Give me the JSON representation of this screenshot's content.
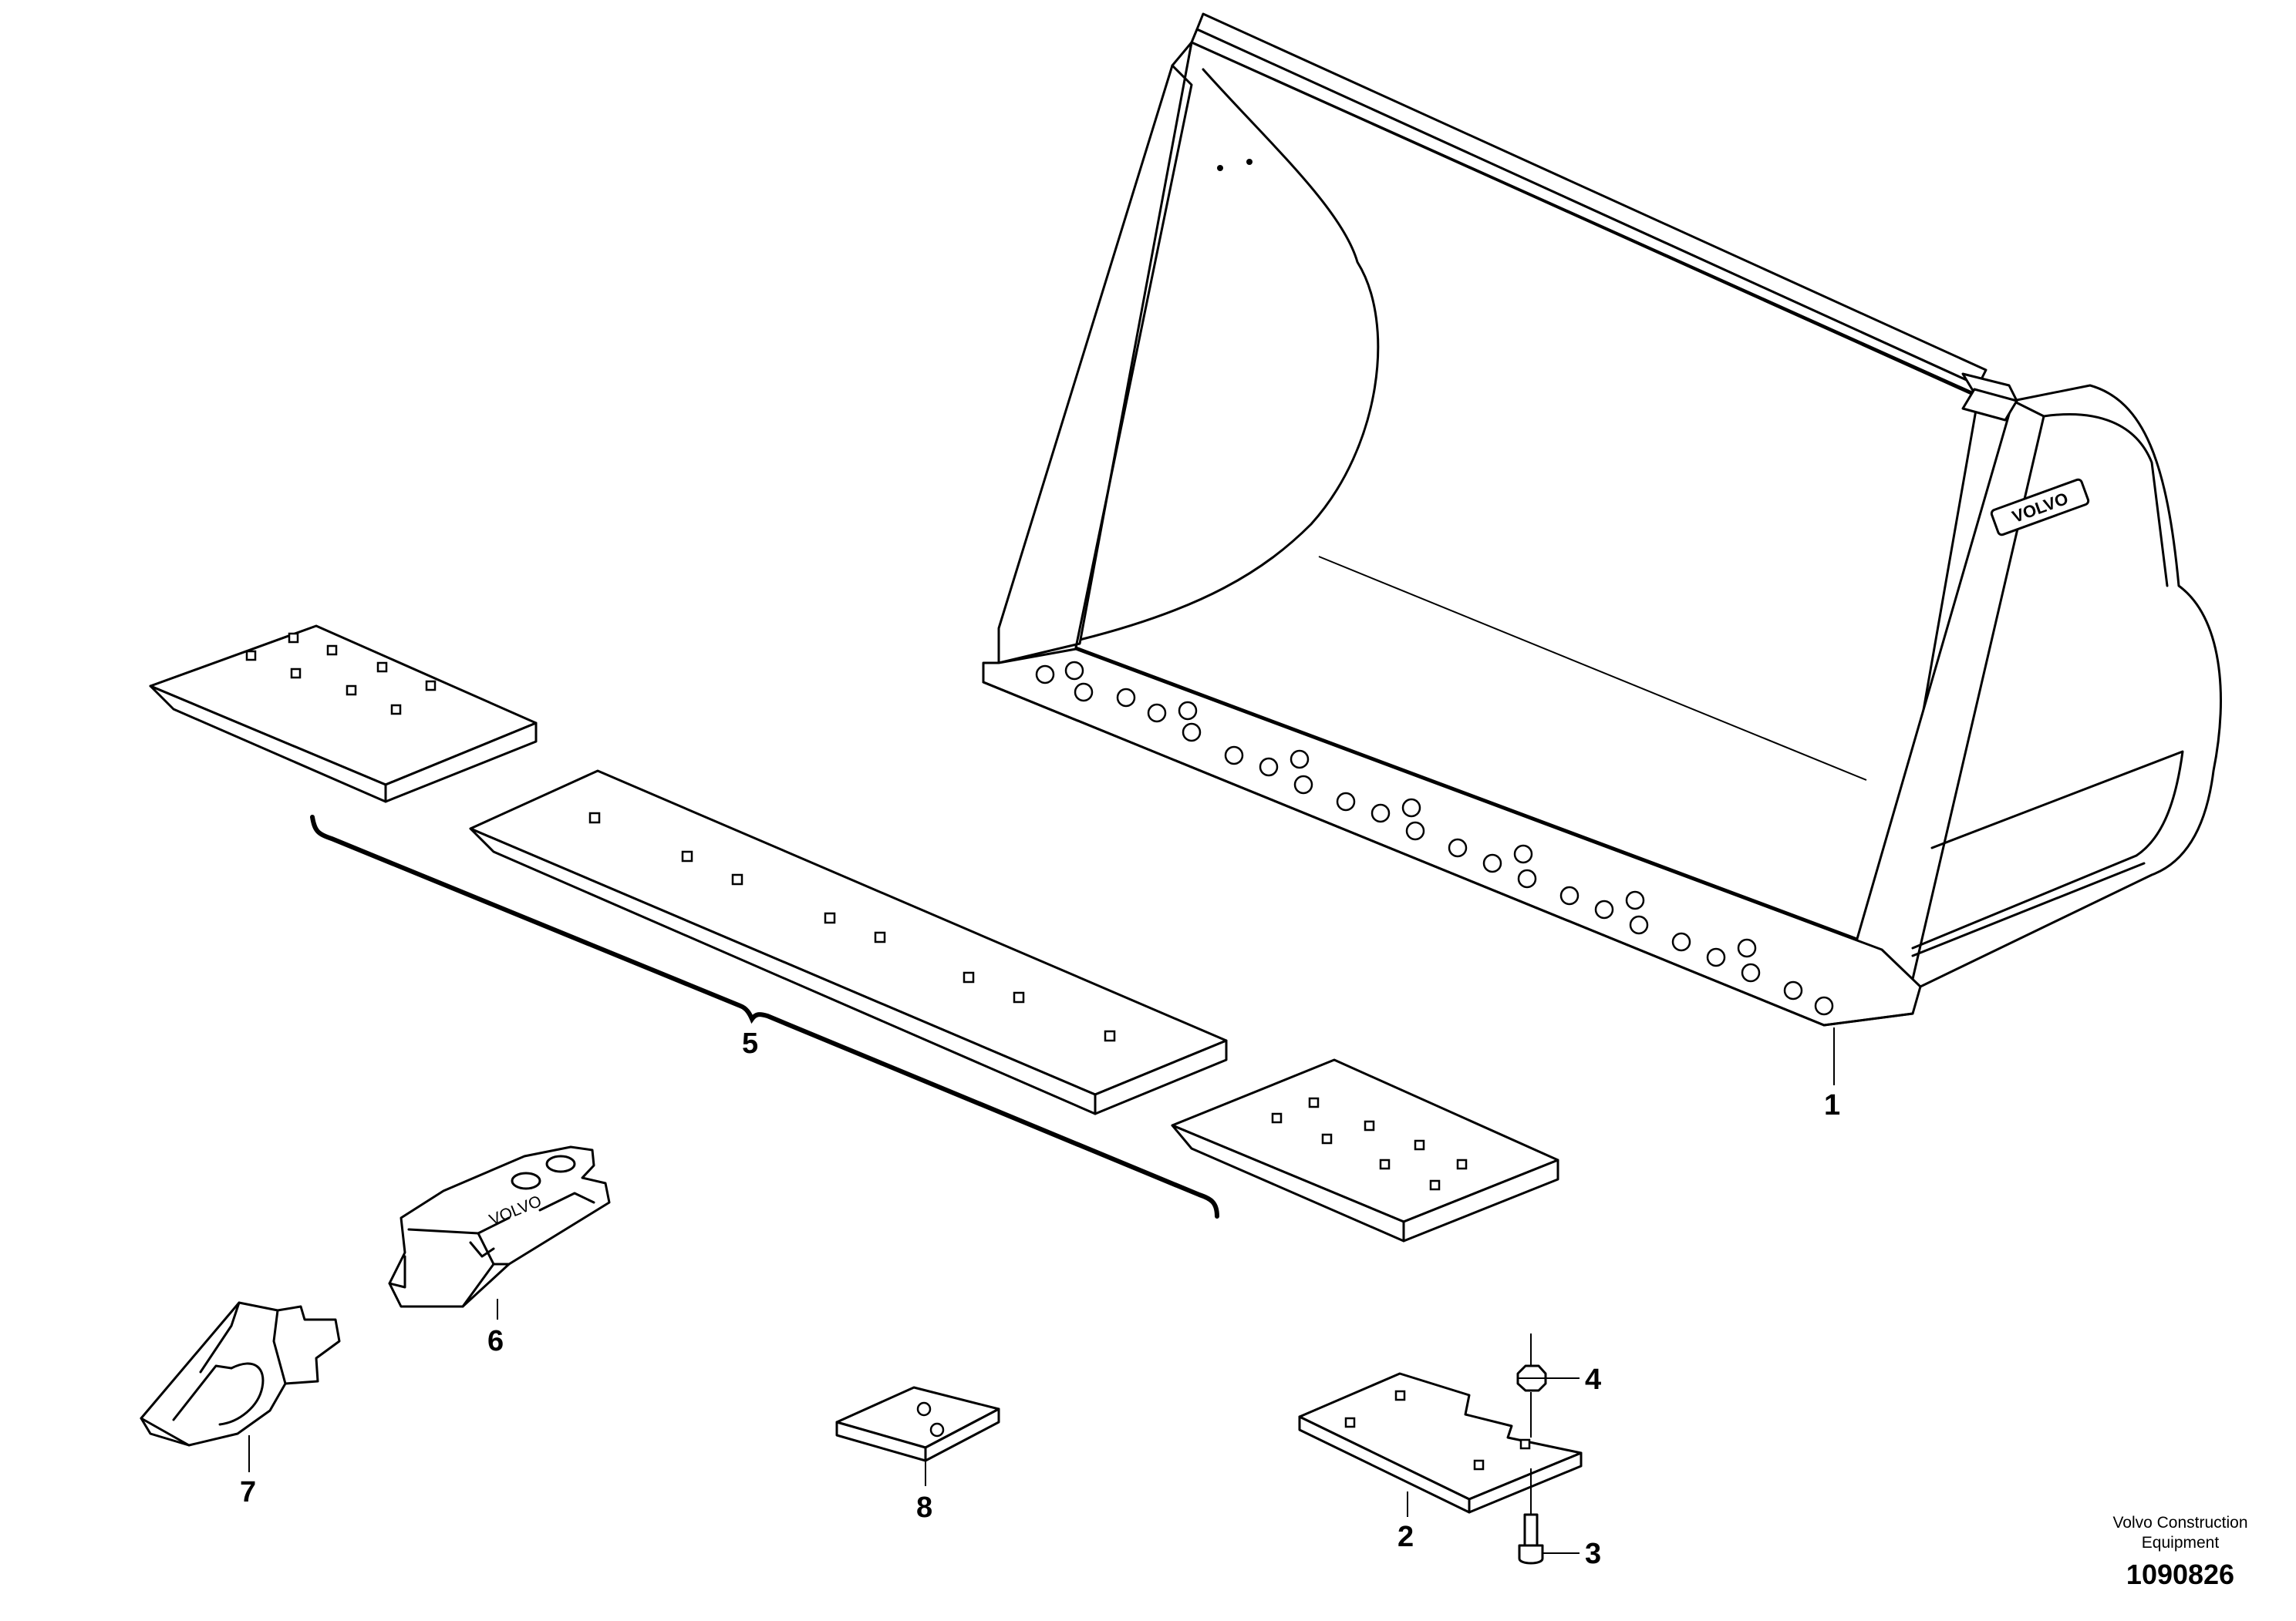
{
  "diagram": {
    "callouts": [
      "1",
      "2",
      "3",
      "4",
      "5",
      "6",
      "7",
      "8"
    ],
    "bucket_logo_text": "VOLVO",
    "adapter_logo_text": "VOLVO"
  },
  "footer": {
    "company_line1": "Volvo Construction",
    "company_line2": "Equipment",
    "drawing_number": "1090826"
  }
}
